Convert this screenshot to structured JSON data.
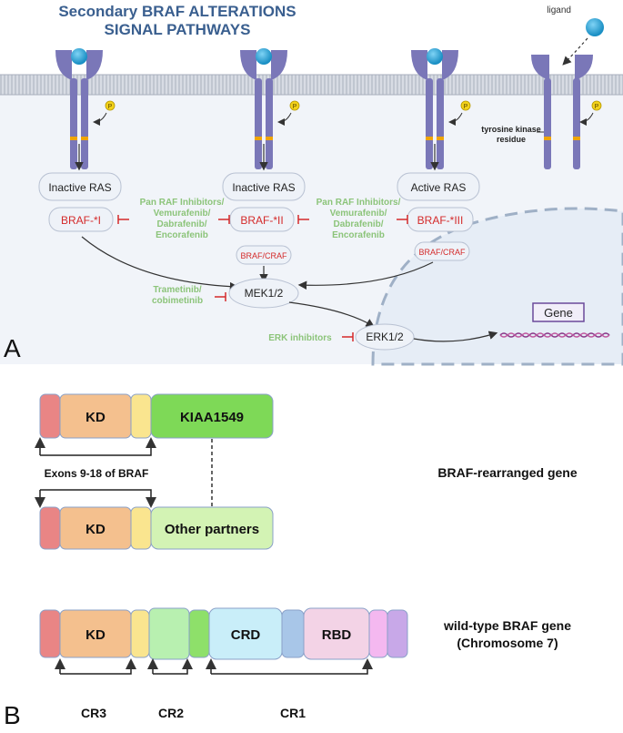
{
  "panel_a": {
    "letter": "A",
    "title": {
      "line1": "Secondary BRAF ALTERATIONS",
      "line2": "SIGNAL PATHWAYS"
    },
    "ligand_label": "ligand",
    "phospho_symbol": "P",
    "tyrosine_label": {
      "line1": "tyrosine kinase",
      "line2": "residue"
    },
    "ras": {
      "left": "Inactive RAS",
      "middle": "Inactive RAS",
      "right": "Active RAS"
    },
    "braf_class": {
      "one": "BRAF-*I",
      "two": "BRAF-*II",
      "three": "BRAF-*III"
    },
    "dimer": {
      "left": "BRAF/CRAF",
      "right": "BRAF/CRAF"
    },
    "inhibitor_group": [
      "Pan RAF Inhibitors/",
      "Vemurafenib/",
      "Dabrafenib/",
      "Encorafenib"
    ],
    "mek": "MEK1/2",
    "mek_inhibitors": [
      "Trametinib/",
      "cobimetinib"
    ],
    "erk": "ERK1/2",
    "erk_inhibitors": "ERK inhibitors",
    "gene": "Gene",
    "colors": {
      "receptor": "#7a77b8",
      "ligand": "#2fa7d8",
      "inhibitor_text": "#8cc47a",
      "braf_text": "#d42a2a",
      "title": "#3a5f8f"
    }
  },
  "panel_b": {
    "letter": "B",
    "fusion_top": {
      "kd": "KD",
      "partner": "KIAA1549"
    },
    "exon_label": "Exons 9-18 of BRAF",
    "fusion_bottom": {
      "kd": "KD",
      "partner": "Other partners"
    },
    "rearranged_label": "BRAF-rearranged gene",
    "wildtype": {
      "kd": "KD",
      "crd": "CRD",
      "rbd": "RBD"
    },
    "wildtype_label": {
      "line1": "wild-type BRAF gene",
      "line2": "(Chromosome 7)"
    },
    "conserved_regions": {
      "cr3": "CR3",
      "cr2": "CR2",
      "cr1": "CR1"
    }
  }
}
